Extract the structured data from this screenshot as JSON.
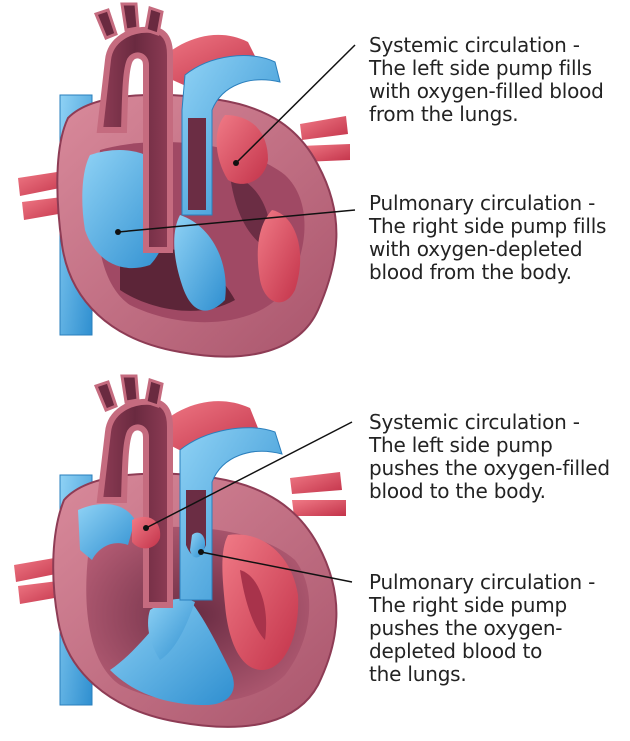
{
  "panels": [
    {
      "id": "filling",
      "labels": {
        "systemic": {
          "lines": [
            "Systemic circulation -",
            "The left side pump fills",
            "with oxygen-filled blood",
            "from the lungs."
          ]
        },
        "pulmonary": {
          "lines": [
            "Pulmonary circulation -",
            "The right side pump fills",
            "with oxygen-depleted",
            "blood from the body."
          ]
        }
      }
    },
    {
      "id": "pumping",
      "labels": {
        "systemic": {
          "lines": [
            "Systemic circulation -",
            "The left side pump",
            "pushes the oxygen-filled",
            "blood to the body."
          ]
        },
        "pulmonary": {
          "lines": [
            "Pulmonary circulation -",
            "The right side pump",
            "pushes the oxygen-",
            "depleted blood to",
            "the lungs."
          ]
        }
      }
    }
  ],
  "colors": {
    "oxygenated_red": "#d9475a",
    "deoxygenated_blue": "#3aa5e0",
    "heart_wall": "#c56b7f",
    "heart_wall_dark": "#8e3c55",
    "inner_dark": "#5c2538",
    "text": "#232323",
    "leader_line": "#111111"
  },
  "icons": {
    "heart": "heart-cross-section-illustration"
  }
}
